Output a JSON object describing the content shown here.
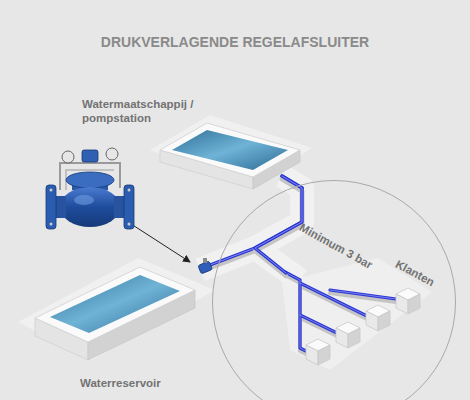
{
  "diagram": {
    "title": "DRUKVERLAGENDE REGELAFSLUITER",
    "nodes": [
      {
        "text": [
          "Watermaatschappij / pompstation"
        ]
      },
      {
        "text": [
          "Minimum 3 bar"
        ]
      },
      {
        "text": [
          "Klanten"
        ],
        "in": 1
      },
      {
        "text": [
          "Waterreservoir"
        ]
      }
    ],
    "edges": [
      {
        "from": 0,
        "to": 3,
        "arrow": "none"
      },
      {
        "from": 0,
        "to": 2,
        "arrow": "none"
      }
    ]
  }
}
